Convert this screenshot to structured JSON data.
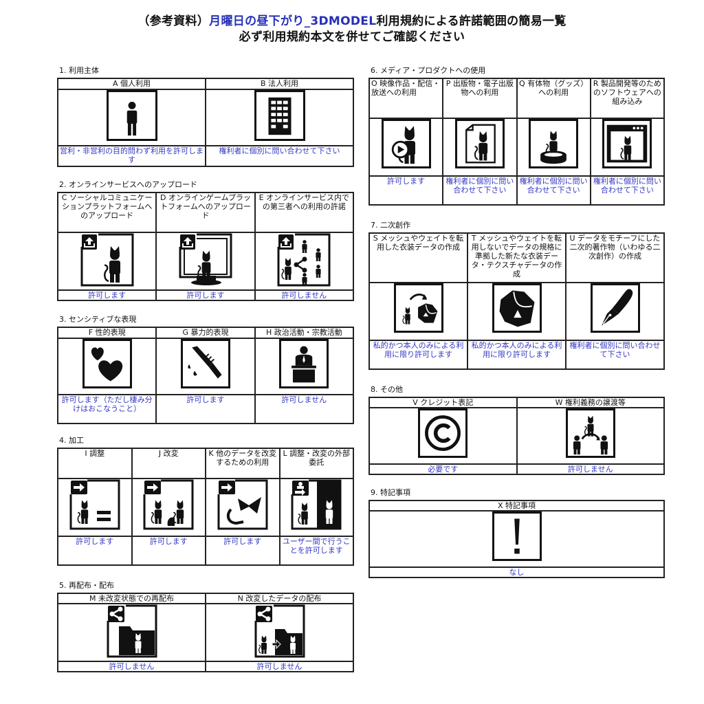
{
  "header": {
    "title_prefix": "（参考資料）",
    "title_highlight": "月曜日の昼下がり_3DMODEL",
    "title_suffix": "利用規約による許諾範囲の簡易一覧",
    "subtitle": "必ず利用規約本文を併せてご確認ください"
  },
  "colors": {
    "title_accent": "#2630b8",
    "result_text": "#3236c4",
    "border": "#222222"
  },
  "sections": {
    "s1": {
      "title": "1. 利用主体",
      "items": [
        {
          "id": "A",
          "label": "A 個人利用",
          "icon": "person-icon",
          "result": "営利・非営利の目的問わず利用を許可します"
        },
        {
          "id": "B",
          "label": "B 法人利用",
          "icon": "building-icon",
          "result": "権利者に個別に問い合わせて下さい"
        }
      ]
    },
    "s2": {
      "title": "2. オンラインサービスへのアップロード",
      "items": [
        {
          "id": "C",
          "label": "C ソーシャルコミュニケーションプラットフォームへのアップロード",
          "icon": "upload-avatar-icon",
          "result": "許可します"
        },
        {
          "id": "D",
          "label": "D オンラインゲームプラットフォームへのアップロード",
          "icon": "upload-game-icon",
          "result": "許可します"
        },
        {
          "id": "E",
          "label": "E オンラインサービス内での第三者への利用の許諾",
          "icon": "upload-share-icon",
          "result": "許可しません"
        }
      ]
    },
    "s3": {
      "title": "3. センシティブな表現",
      "items": [
        {
          "id": "F",
          "label": "F 性的表現",
          "icon": "hearts-icon",
          "result": "許可します（ただし棲み分けはおこなうこと）"
        },
        {
          "id": "G",
          "label": "G 暴力的表現",
          "icon": "knife-icon",
          "result": "許可します"
        },
        {
          "id": "H",
          "label": "H 政治活動・宗教活動",
          "icon": "podium-speaker-icon",
          "result": "許可しません"
        }
      ]
    },
    "s4": {
      "title": "4. 加工",
      "items": [
        {
          "id": "I",
          "label": "I 調整",
          "icon": "adjust-icon",
          "result": "許可します"
        },
        {
          "id": "J",
          "label": "J 改変",
          "icon": "modify-icon",
          "result": "許可します"
        },
        {
          "id": "K",
          "label": "K 他のデータを改変するための利用",
          "icon": "parts-reuse-icon",
          "result": "許可します"
        },
        {
          "id": "L",
          "label": "L 調整・改変の外部委託",
          "icon": "outsource-icon",
          "result": "ユーザー間で行うことを許可します"
        }
      ]
    },
    "s5": {
      "title": "5. 再配布・配布",
      "items": [
        {
          "id": "M",
          "label": "M 未改変状態での再配布",
          "icon": "share-folder-icon",
          "result": "許可しません"
        },
        {
          "id": "N",
          "label": "N 改変したデータの配布",
          "icon": "share-modified-icon",
          "result": "許可しません"
        }
      ]
    },
    "s6": {
      "title": "6. メディア・プロダクトへの使用",
      "items": [
        {
          "id": "O",
          "label": "O 映像作品・配信・放送への利用",
          "icon": "video-play-icon",
          "result": "許可します"
        },
        {
          "id": "P",
          "label": "P 出版物・電子出版物への利用",
          "icon": "publication-icon",
          "result": "権利者に個別に問い合わせて下さい"
        },
        {
          "id": "Q",
          "label": "Q 有体物（グッズ）への利用",
          "icon": "figure-goods-icon",
          "result": "権利者に個別に問い合わせて下さい"
        },
        {
          "id": "R",
          "label": "R 製品開発等のためのソフトウェアへの組み込み",
          "icon": "software-window-icon",
          "result": "権利者に個別に問い合わせて下さい"
        }
      ]
    },
    "s7": {
      "title": "7. 二次創作",
      "items": [
        {
          "id": "S",
          "label": "S メッシュやウェイトを転用した衣装データの作成",
          "icon": "costume-transfer-icon",
          "result": "私的かつ本人のみによる利用に限り許可します"
        },
        {
          "id": "T",
          "label": "T メッシュやウェイトを転用しないでデータの規格に準拠した新たな衣装データ・テクスチャデータの作成",
          "icon": "costume-icon",
          "result": "私的かつ本人のみによる利用に限り許可します"
        },
        {
          "id": "U",
          "label": "U データをモチーフにした二次的著作物（いわゆる二次創作）の作成",
          "icon": "pen-nib-icon",
          "result": "権利者に個別に問い合わせて下さい"
        }
      ]
    },
    "s8": {
      "title": "8. その他",
      "items": [
        {
          "id": "V",
          "label": "V クレジット表記",
          "icon": "copyright-icon",
          "result": "必要です"
        },
        {
          "id": "W",
          "label": "W 権利義務の譲渡等",
          "icon": "transfer-rights-icon",
          "result": "許可しません"
        }
      ]
    },
    "s9": {
      "title": "9. 特記事項",
      "items": [
        {
          "id": "X",
          "label": "X 特記事項",
          "icon": "exclamation-icon",
          "result": "なし"
        }
      ]
    }
  }
}
